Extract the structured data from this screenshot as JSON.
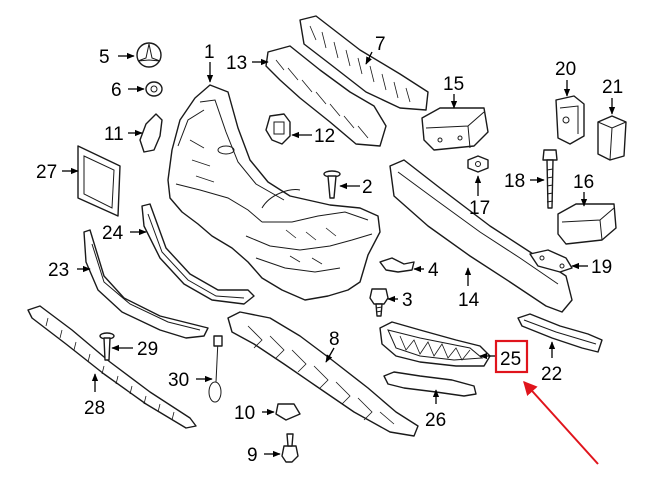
{
  "diagram": {
    "labels": [
      "1",
      "2",
      "3",
      "4",
      "5",
      "6",
      "7",
      "8",
      "9",
      "10",
      "11",
      "12",
      "13",
      "14",
      "15",
      "16",
      "17",
      "18",
      "19",
      "20",
      "21",
      "22",
      "23",
      "24",
      "25",
      "26",
      "27",
      "28",
      "29",
      "30"
    ],
    "highlighted_label": "25",
    "highlight_color": "#e0141c",
    "line_color": "#000000",
    "background": "#ffffff"
  }
}
